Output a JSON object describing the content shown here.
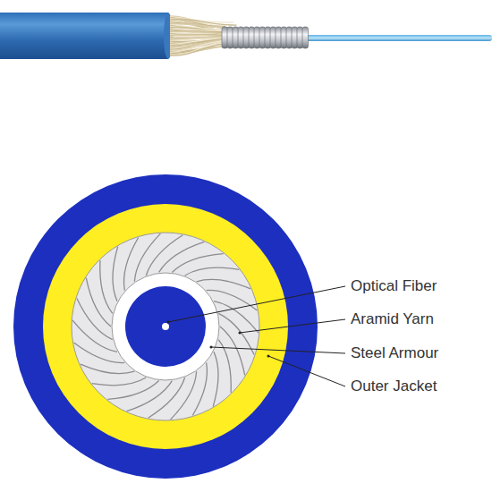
{
  "diagram": {
    "labels": [
      "Optical Fiber",
      "Aramid Yarn",
      "Steel Armour",
      "Outer Jacket"
    ]
  }
}
